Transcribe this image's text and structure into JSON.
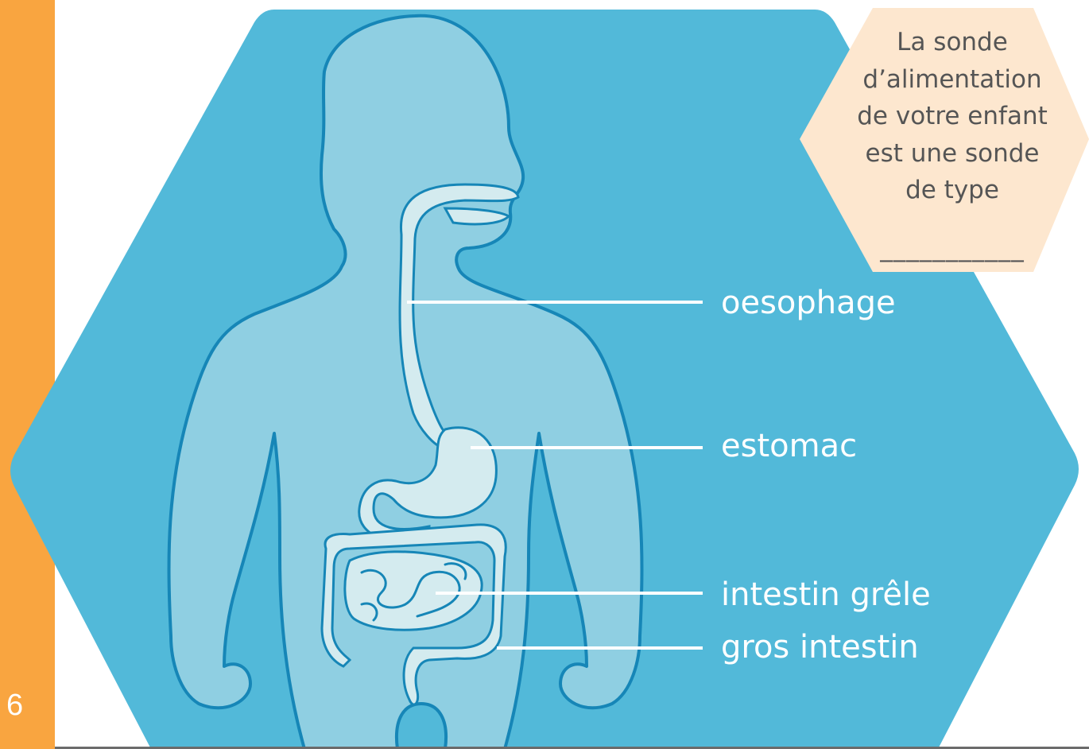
{
  "page": {
    "number": "6"
  },
  "colors": {
    "sidebar": "#f9a540",
    "hexagon": "#52b9d9",
    "body_fill": "#8fcfe2",
    "outline": "#1686b7",
    "organ_fill": "#d4ebef",
    "note_bg": "#fde7cf"
  },
  "note": {
    "lines": [
      "La sonde",
      "d’alimentation",
      "de votre enfant",
      "est une sonde",
      "de type"
    ],
    "blank": "___________"
  },
  "labels": {
    "oesophagus": "oesophage",
    "stomach": "estomac",
    "small_intestine": "intestin grêle",
    "large_intestine": "gros intestin"
  }
}
